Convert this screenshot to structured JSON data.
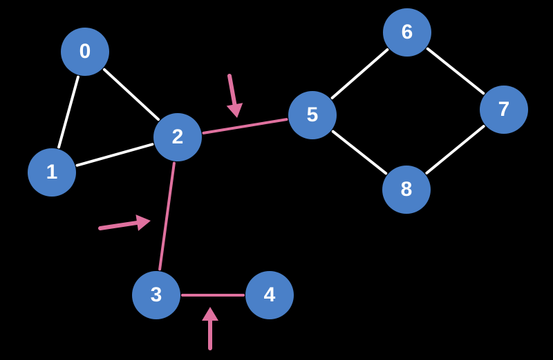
{
  "colors": {
    "background": "#000000",
    "node_fill": "#4a80c8",
    "node_label": "#ffffff",
    "edge": "#ffffff",
    "bridge_edge": "#e0719f",
    "arrow": "#e0719f"
  },
  "nodes": [
    {
      "id": "0",
      "label": "0"
    },
    {
      "id": "1",
      "label": "1"
    },
    {
      "id": "2",
      "label": "2"
    },
    {
      "id": "3",
      "label": "3"
    },
    {
      "id": "4",
      "label": "4"
    },
    {
      "id": "5",
      "label": "5"
    },
    {
      "id": "6",
      "label": "6"
    },
    {
      "id": "7",
      "label": "7"
    },
    {
      "id": "8",
      "label": "8"
    }
  ],
  "edges": [
    {
      "from": "0",
      "to": "1",
      "bridge": false
    },
    {
      "from": "0",
      "to": "2",
      "bridge": false
    },
    {
      "from": "1",
      "to": "2",
      "bridge": false
    },
    {
      "from": "2",
      "to": "5",
      "bridge": true
    },
    {
      "from": "2",
      "to": "3",
      "bridge": true
    },
    {
      "from": "3",
      "to": "4",
      "bridge": true
    },
    {
      "from": "5",
      "to": "6",
      "bridge": false
    },
    {
      "from": "6",
      "to": "7",
      "bridge": false
    },
    {
      "from": "7",
      "to": "8",
      "bridge": false
    },
    {
      "from": "8",
      "to": "5",
      "bridge": false
    }
  ],
  "highlight_arrows": [
    {
      "edge": "2-5",
      "direction": "down"
    },
    {
      "edge": "2-3",
      "direction": "right"
    },
    {
      "edge": "3-4",
      "direction": "up"
    }
  ]
}
